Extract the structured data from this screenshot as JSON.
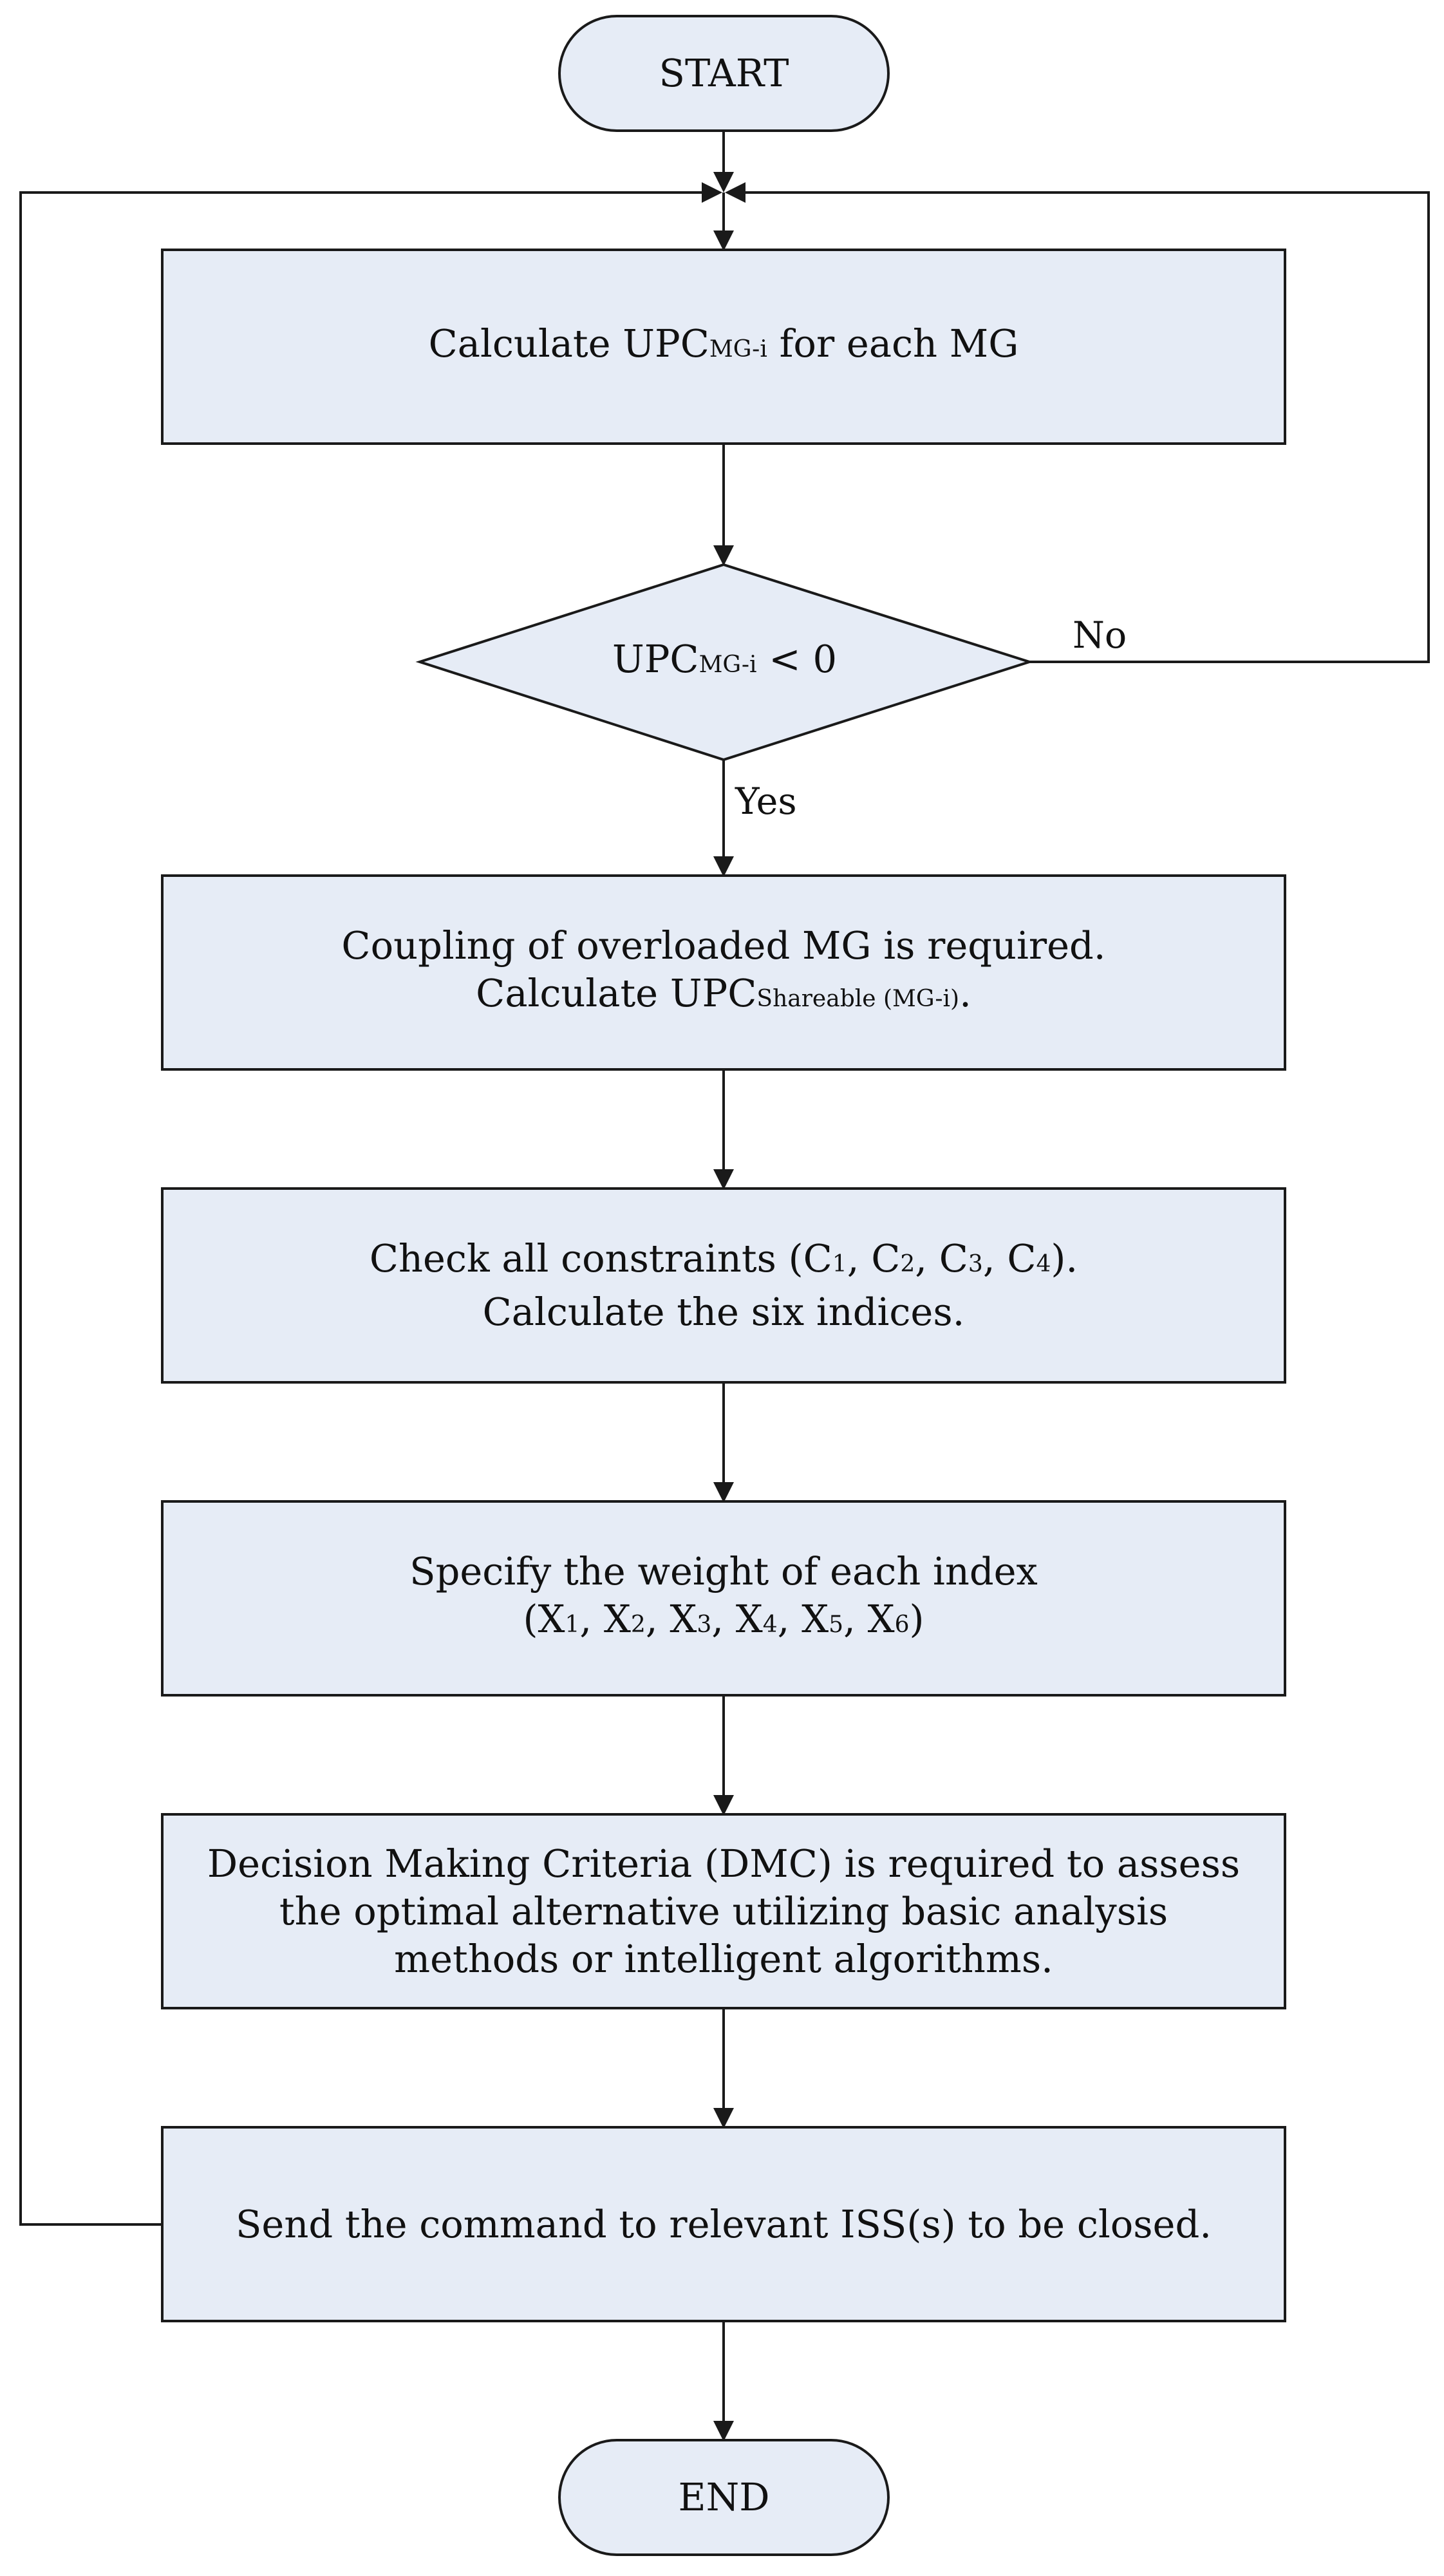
{
  "flowchart": {
    "start": "START",
    "end": "END",
    "step1": {
      "pre": "Calculate UPC",
      "sub": "MG-i",
      "post": " for each MG"
    },
    "decision": {
      "pre": "UPC",
      "sub": "MG-i",
      "post": " < 0",
      "yes": "Yes",
      "no": "No"
    },
    "step2": {
      "line1": "Coupling of overloaded MG is required.",
      "line2_pre": "Calculate UPC",
      "line2_sub": "Shareable (MG-i)",
      "line2_post": "."
    },
    "step3": {
      "line1_pre": "Check all constraints (C",
      "s1": "1",
      "sep1": ", C",
      "s2": "2",
      "sep2": ", C",
      "s3": "3",
      "sep3": ", C",
      "s4": "4",
      "line1_post": ").",
      "line2": "Calculate the six indices."
    },
    "step4": {
      "line1": "Specify the weight of each index",
      "line2_pre": "(X",
      "s1": "1",
      "sep1": ", X",
      "s2": "2",
      "sep2": ", X",
      "s3": "3",
      "sep3": ", X",
      "s4": "4",
      "sep4": ", X",
      "s5": "5",
      "sep5": ", X",
      "s6": "6",
      "line2_post": ")"
    },
    "step5": {
      "line1": "Decision Making Criteria (DMC) is required to assess",
      "line2": "the optimal alternative utilizing basic analysis",
      "line3": "methods or intelligent algorithms."
    },
    "step6": {
      "text": "Send the command to relevant ISS(s) to be closed."
    }
  }
}
